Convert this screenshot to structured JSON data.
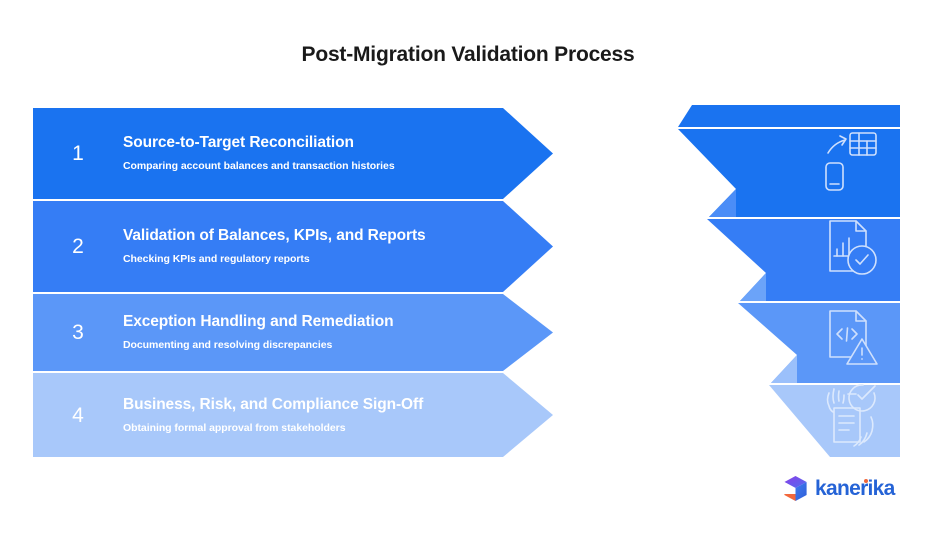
{
  "title": "Post-Migration Validation Process",
  "colors": {
    "step1": "#1a73f0",
    "step2": "#357df5",
    "step3": "#5b97f8",
    "step4": "#a8c8fa",
    "title_color": "#1a1a1a",
    "brand_blue": "#2563d6",
    "brand_orange": "#f0683a",
    "background": "#ffffff",
    "icon_stroke": "#cfe0fd"
  },
  "steps": [
    {
      "number": "1",
      "title": "Source-to-Target Reconciliation",
      "description": "Comparing account balances and transaction histories",
      "icon": "phone-arrow-table-icon",
      "color": "#1a73f0"
    },
    {
      "number": "2",
      "title": "Validation of Balances, KPIs, and Reports",
      "description": "Checking KPIs and regulatory reports",
      "icon": "document-chart-check-icon",
      "color": "#357df5"
    },
    {
      "number": "3",
      "title": "Exception Handling and Remediation",
      "description": "Documenting and resolving discrepancies",
      "icon": "document-code-warning-icon",
      "color": "#5b97f8"
    },
    {
      "number": "4",
      "title": "Business, Risk, and Compliance Sign-Off",
      "description": "Obtaining formal approval from stakeholders",
      "icon": "hands-document-check-icon",
      "color": "#a8c8fa"
    }
  ],
  "logo": {
    "text": "kanerika",
    "mark": "cube-icon"
  }
}
